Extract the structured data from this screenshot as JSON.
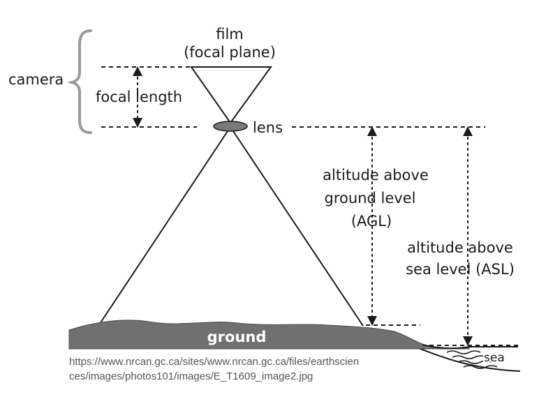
{
  "labels": {
    "film_line1": "film",
    "film_line2": "(focal plane)",
    "camera": "camera",
    "focal_length": "focal length",
    "lens": "lens",
    "agl_line1": "altitude above",
    "agl_line2": "ground level",
    "agl_line3": "(AGL)",
    "asl_line1": "altitude above",
    "asl_line2": "sea level (ASL)",
    "ground": "ground",
    "sea": "sea"
  },
  "source": {
    "line1": "https://www.nrcan.gc.ca/sites/www.nrcan.gc.ca/files/earthscien",
    "line2": "ces/images/photos101/images/E_T1609_image2.jpg"
  },
  "colors": {
    "line": "#1a1a1a",
    "ground": "#707070",
    "lens": "#7a7a7a",
    "brace": "#9a9a9a",
    "source_text": "#555555"
  }
}
